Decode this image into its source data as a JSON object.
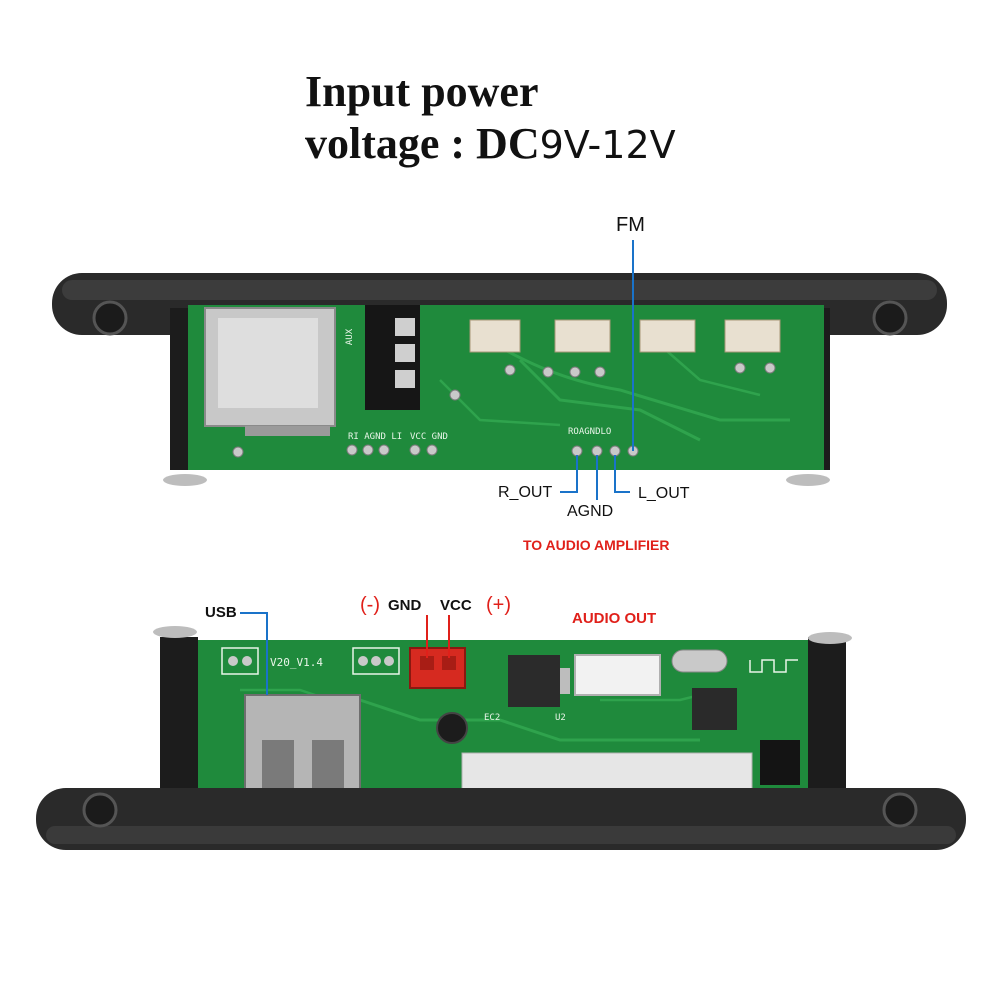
{
  "header": {
    "line1": "Input power",
    "line2_prefix": "voltage : DC",
    "line2_value": "9V-12V"
  },
  "top_board": {
    "fm_label": "FM",
    "r_out_label": "R_OUT",
    "agnd_label": "AGND",
    "l_out_label": "L_OUT",
    "amplifier_label": "TO AUDIO AMPLIFIER",
    "silk_ragndl": "RI AGND LI",
    "silk_vccgnd": "VCC GND",
    "silk_roagndlo": "ROAGNDLO",
    "silk_aux": "AUX"
  },
  "bottom_board": {
    "usb_label": "USB",
    "gnd_minus": "(-)",
    "gnd_label": "GND",
    "vcc_label": "VCC",
    "vcc_plus": "(+)",
    "audio_out_label": "AUDIO OUT",
    "silk_version": "V20_V1.4",
    "silk_u2": "U2",
    "silk_ec2": "EC2"
  },
  "colors": {
    "pcb_green": "#1f8a3c",
    "frame_black": "#222222",
    "callout_blue": "#1a73c9",
    "label_red": "#e0201a"
  }
}
